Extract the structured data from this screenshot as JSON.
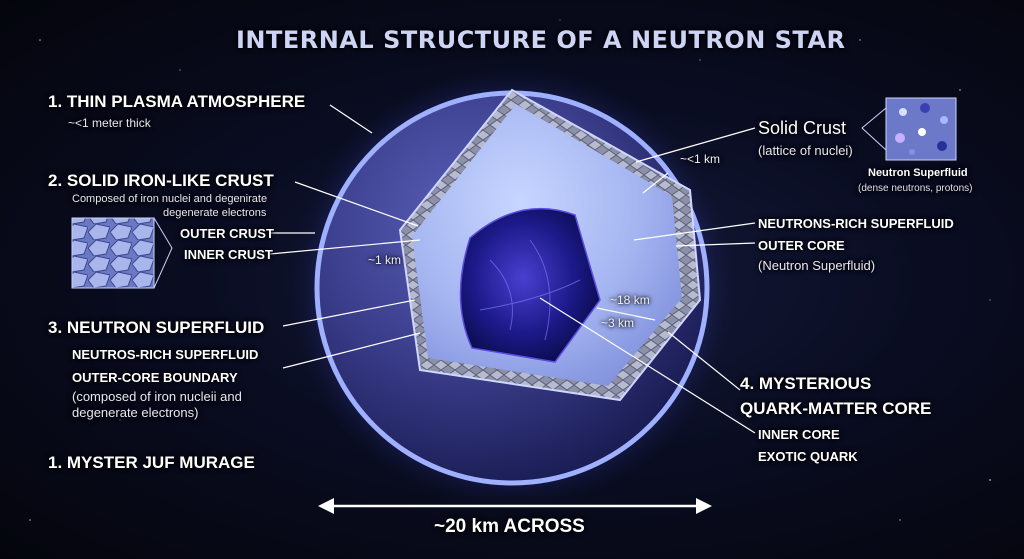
{
  "title": "INTERNAL STRUCTURE OF A NEUTRON STAR",
  "left": {
    "atmo": {
      "heading": "1. THIN PLASMA ATMOSPHERE",
      "sub": "~<1 meter thick"
    },
    "crust": {
      "heading": "2. SOLID IRON-LIKE CRUST",
      "sub1": "Composed of iron nuclei and degenirate",
      "sub2": "degenerate electrons",
      "outer": "OUTER CRUST",
      "inner": "INNER CRUST"
    },
    "superfluid": {
      "heading": "3. NEUTRON SUPERFLUID",
      "line1": "NEUTROS-RICH SUPERFLUID",
      "line2": "OUTER-CORE BOUNDARY",
      "line3": "(composed of iron nucleii and",
      "line4": "degenerate electrons)"
    },
    "myster": {
      "heading": "1. MYSTER JUF MURAGE"
    }
  },
  "right": {
    "crust": {
      "heading": "Solid Crust",
      "sub": "(lattice of nuclei)"
    },
    "inset": {
      "heading": "Neutron Superfluid",
      "sub": "(dense neutrons, protons)"
    },
    "rich": "NEUTRONS-RICH SUPERFLUID",
    "outer_core": {
      "heading": "OUTER CORE",
      "sub": "(Neutron Superfluid)"
    },
    "quark": {
      "heading1": "4. MYSTERIOUS",
      "heading2": "QUARK-MATTER CORE",
      "line1": "INNER CORE",
      "line2": "EXOTIC QUARK"
    }
  },
  "measures": {
    "m1": "~<1 km",
    "m2": "~1 km",
    "m3": "~18 km",
    "m4": "~3 km"
  },
  "scale": "~20 km ACROSS"
}
